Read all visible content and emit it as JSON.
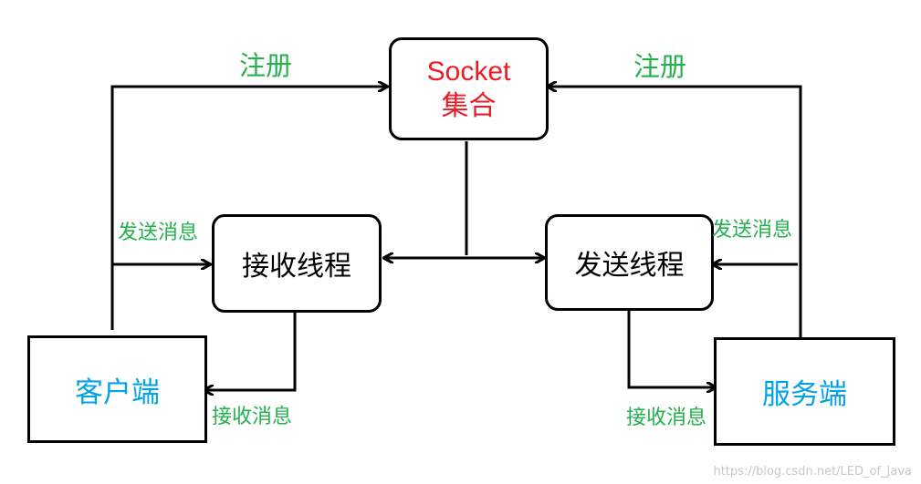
{
  "nodes": {
    "socket": {
      "line1": "Socket",
      "line2": "集合"
    },
    "receive_thread": {
      "label": "接收线程"
    },
    "send_thread": {
      "label": "发送线程"
    },
    "client": {
      "label": "客户端"
    },
    "server": {
      "label": "服务端"
    }
  },
  "edge_labels": {
    "register_left": "注册",
    "register_right": "注册",
    "send_msg_left": "发送消息",
    "send_msg_right": "发送消息",
    "recv_msg_left": "接收消息",
    "recv_msg_right": "接收消息"
  },
  "colors": {
    "label_green": "#22b14c",
    "node_blue": "#00a2e8",
    "socket_red": "#ed1c24",
    "stroke": "#000000"
  },
  "watermark": "https://blog.csdn.net/LED_of_Java"
}
